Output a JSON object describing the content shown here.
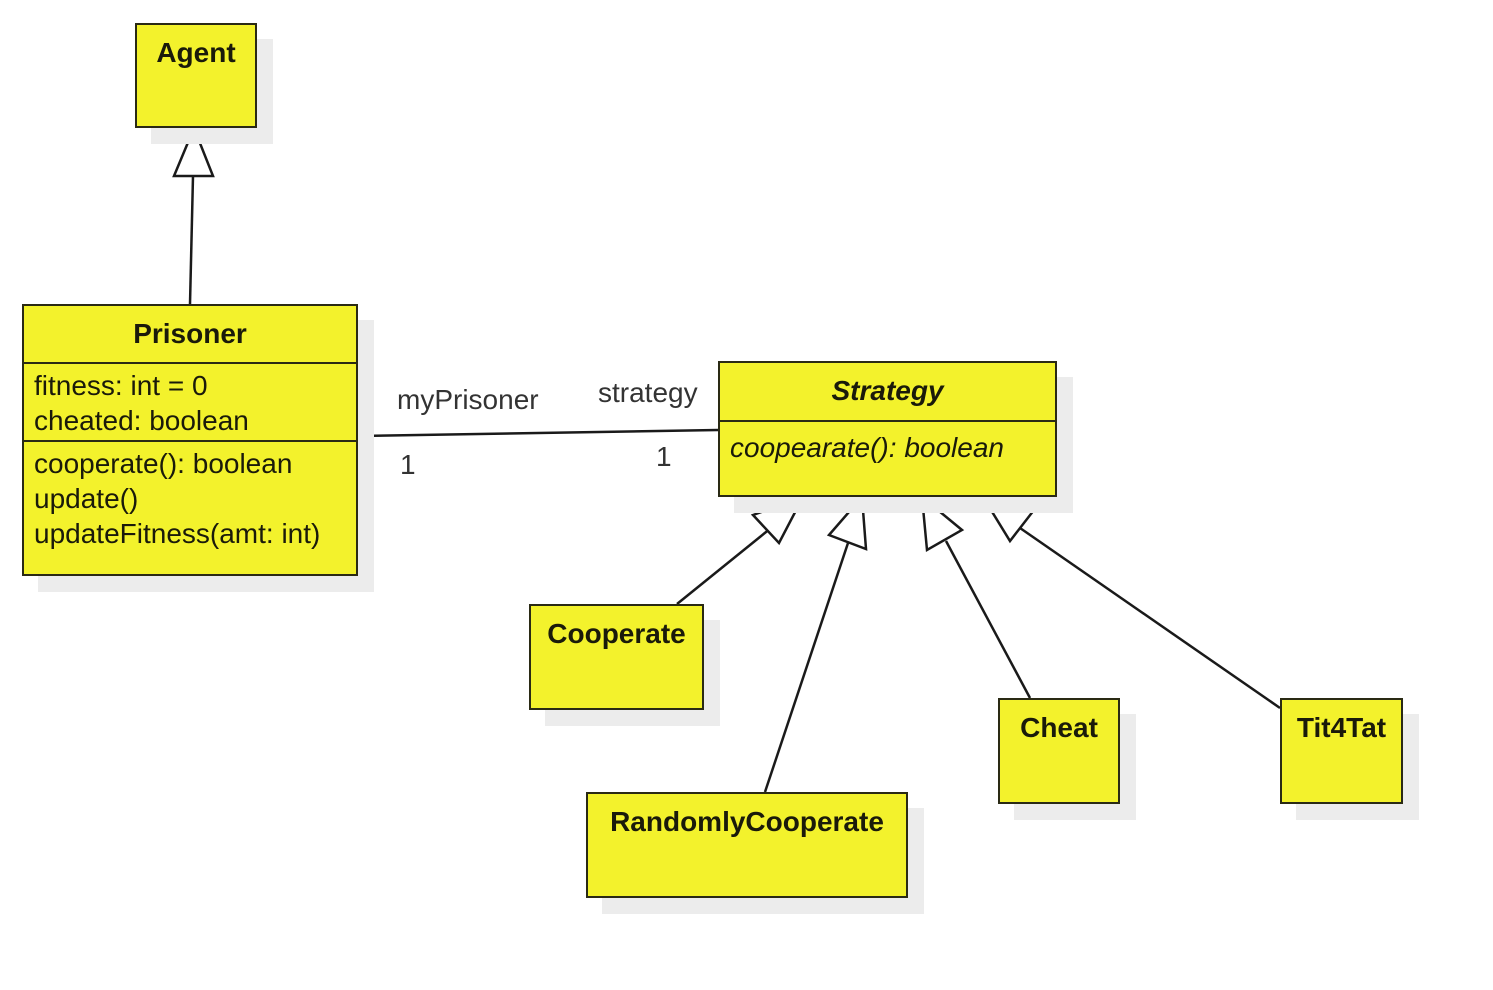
{
  "diagram": {
    "type": "UML class diagram",
    "colors": {
      "class_fill": "#f3f22c",
      "border": "#2a2a14",
      "shadow": "#ececec"
    },
    "classes": {
      "agent": {
        "name": "Agent"
      },
      "prisoner": {
        "name": "Prisoner",
        "attributes": [
          "fitness: int = 0",
          "cheated: boolean"
        ],
        "methods": [
          "cooperate(): boolean",
          "update()",
          "updateFitness(amt: int)"
        ]
      },
      "strategy": {
        "name": "Strategy",
        "abstract": true,
        "methods": [
          "coopearate(): boolean"
        ]
      },
      "cooperate": {
        "name": "Cooperate"
      },
      "randomly_cooperate": {
        "name": "RandomlyCooperate"
      },
      "cheat": {
        "name": "Cheat"
      },
      "tit4tat": {
        "name": "Tit4Tat"
      }
    },
    "association": {
      "from": "Prisoner",
      "to": "Strategy",
      "role_prisoner_end": "myPrisoner",
      "role_strategy_end": "strategy",
      "multiplicity_prisoner_end": "1",
      "multiplicity_strategy_end": "1"
    },
    "generalizations": [
      {
        "child": "Prisoner",
        "parent": "Agent"
      },
      {
        "child": "Cooperate",
        "parent": "Strategy"
      },
      {
        "child": "RandomlyCooperate",
        "parent": "Strategy"
      },
      {
        "child": "Cheat",
        "parent": "Strategy"
      },
      {
        "child": "Tit4Tat",
        "parent": "Strategy"
      }
    ]
  }
}
